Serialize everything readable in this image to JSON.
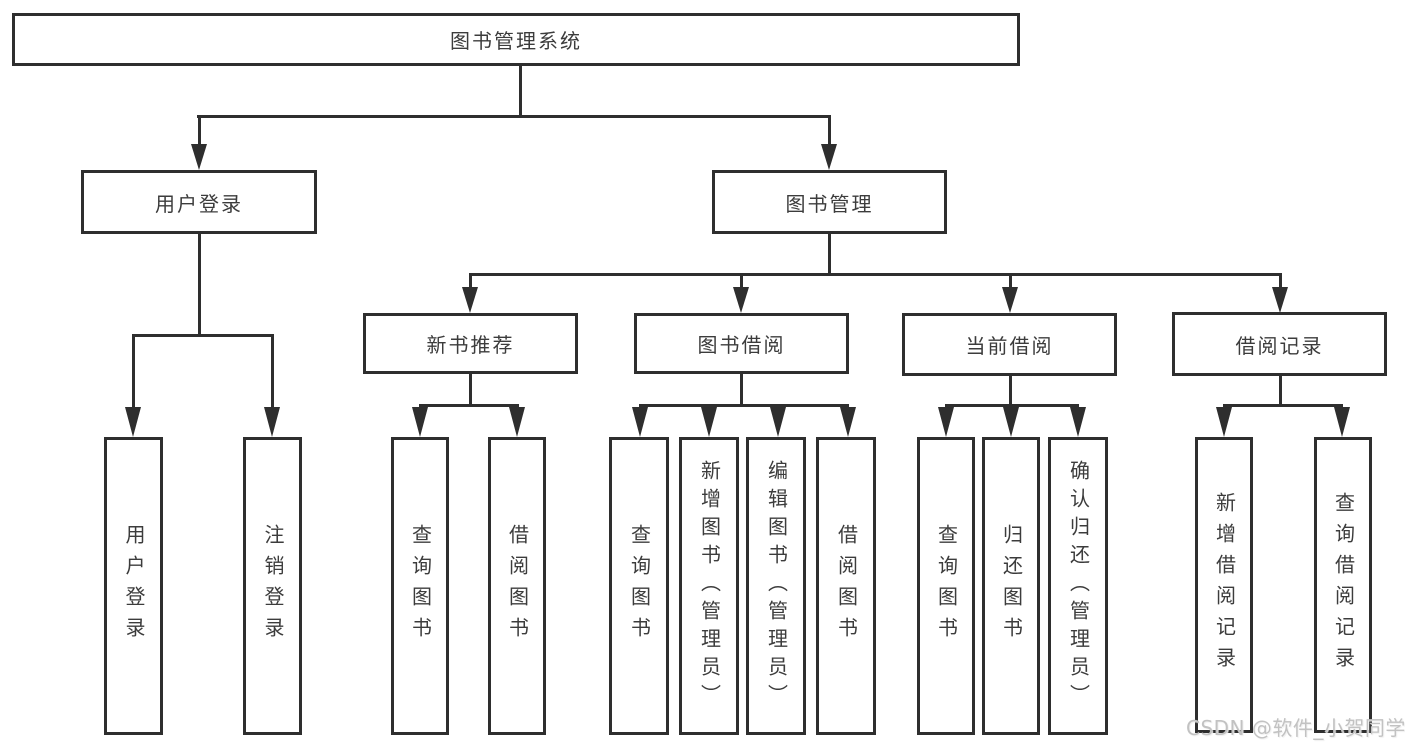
{
  "diagram_title": "图书管理系统",
  "tree": {
    "root": {
      "label": "图书管理系统",
      "children": [
        {
          "label": "用户登录",
          "children": [
            {
              "label": "用户登录"
            },
            {
              "label": "注销登录"
            }
          ]
        },
        {
          "label": "图书管理",
          "children": [
            {
              "label": "新书推荐",
              "children": [
                {
                  "label": "查询图书"
                },
                {
                  "label": "借阅图书"
                }
              ]
            },
            {
              "label": "图书借阅",
              "children": [
                {
                  "label": "查询图书"
                },
                {
                  "label": "新增图书（管理员）"
                },
                {
                  "label": "编辑图书（管理员）"
                },
                {
                  "label": "借阅图书"
                }
              ]
            },
            {
              "label": "当前借阅",
              "children": [
                {
                  "label": "查询图书"
                },
                {
                  "label": "归还图书"
                },
                {
                  "label": "确认归还（管理员）"
                }
              ]
            },
            {
              "label": "借阅记录",
              "children": [
                {
                  "label": "新增借阅记录"
                },
                {
                  "label": "查询借阅记录"
                }
              ]
            }
          ]
        }
      ]
    }
  },
  "watermark": {
    "text": "CSDN @软件_小贺同学"
  },
  "colors": {
    "line": "#2e2e2e",
    "text": "#3c3c3c",
    "background": "#ffffff",
    "watermark": "#c2c2c2"
  }
}
